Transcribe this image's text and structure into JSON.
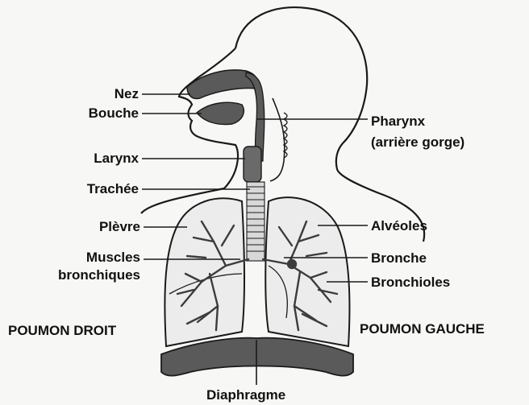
{
  "labels": {
    "nez": "Nez",
    "bouche": "Bouche",
    "larynx": "Larynx",
    "trachee": "Trachée",
    "plevre": "Plèvre",
    "muscles_1": "Muscles",
    "muscles_2": "bronchiques",
    "pharynx_1": "Pharynx",
    "pharynx_2": "(arrière gorge)",
    "alveoles": "Alvéoles",
    "bronche": "Bronche",
    "bronchioles": "Bronchioles",
    "poumon_droit": "POUMON DROIT",
    "poumon_gauche": "POUMON GAUCHE",
    "diaphragme": "Diaphragme"
  },
  "colors": {
    "outline": "#1a1a1a",
    "organ_fill": "#5a5a5a",
    "lung_fill": "#ececec",
    "tree": "#3c3c3c"
  }
}
